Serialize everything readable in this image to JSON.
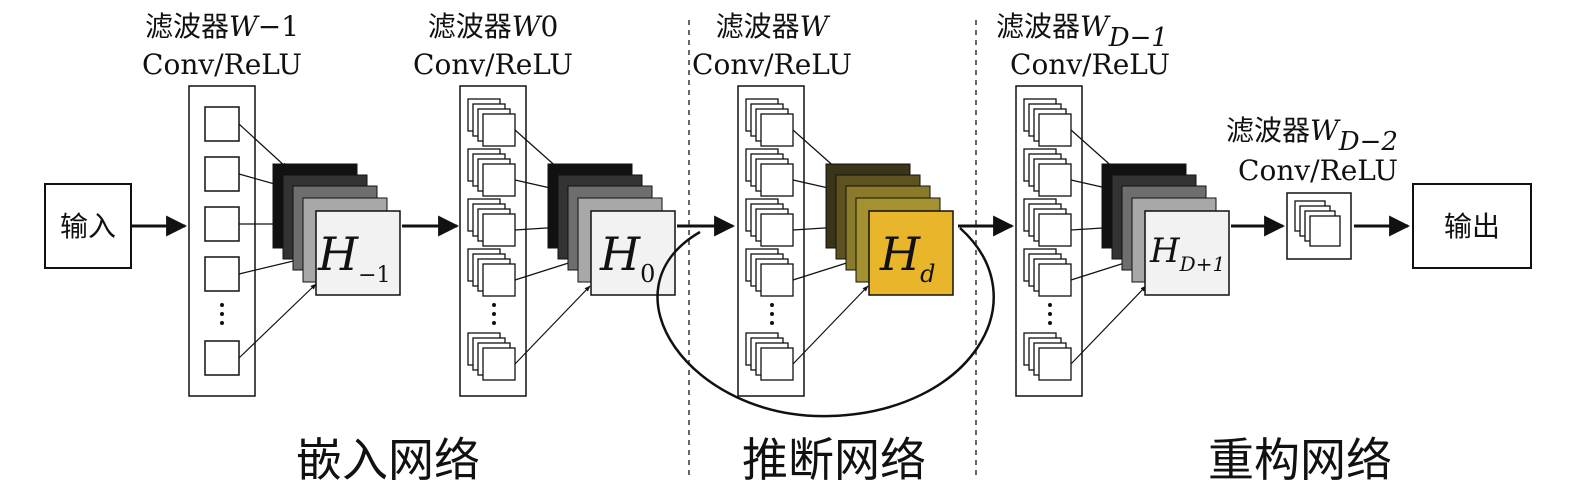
{
  "blocks": {
    "input": "输入",
    "output": "输出"
  },
  "stages": [
    {
      "filter_prefix": "滤波器",
      "filter_var": "W",
      "filter_suffix": "−1",
      "op": "Conv/ReLU",
      "feature_var": "H",
      "feature_sub": "−1"
    },
    {
      "filter_prefix": "滤波器",
      "filter_var": "W",
      "filter_suffix": "0",
      "op": "Conv/ReLU",
      "feature_var": "H",
      "feature_sub": "0"
    },
    {
      "filter_prefix": "滤波器",
      "filter_var": "W",
      "filter_suffix": "",
      "op": "Conv/ReLU",
      "feature_var": "H",
      "feature_sub": "d"
    },
    {
      "filter_prefix": "滤波器",
      "filter_var": "W",
      "filter_sub": "D−1",
      "op": "Conv/ReLU",
      "feature_var": "H",
      "feature_sub": "D+1"
    },
    {
      "filter_prefix": "滤波器",
      "filter_var": "W",
      "filter_sub": "D−2",
      "op": "Conv/ReLU"
    }
  ],
  "sections": [
    "嵌入网络",
    "推断网络",
    "重构网络"
  ],
  "colors": {
    "line": "#111111",
    "dark_stack": [
      "#111111",
      "#333333",
      "#6e6e6e",
      "#a8a8a8"
    ],
    "feature_light": "#f2f2f2",
    "gold_stack": [
      "#3a3418",
      "#5e5220",
      "#8a7a2c",
      "#a4912f"
    ],
    "feature_gold": "#e9b52a"
  }
}
